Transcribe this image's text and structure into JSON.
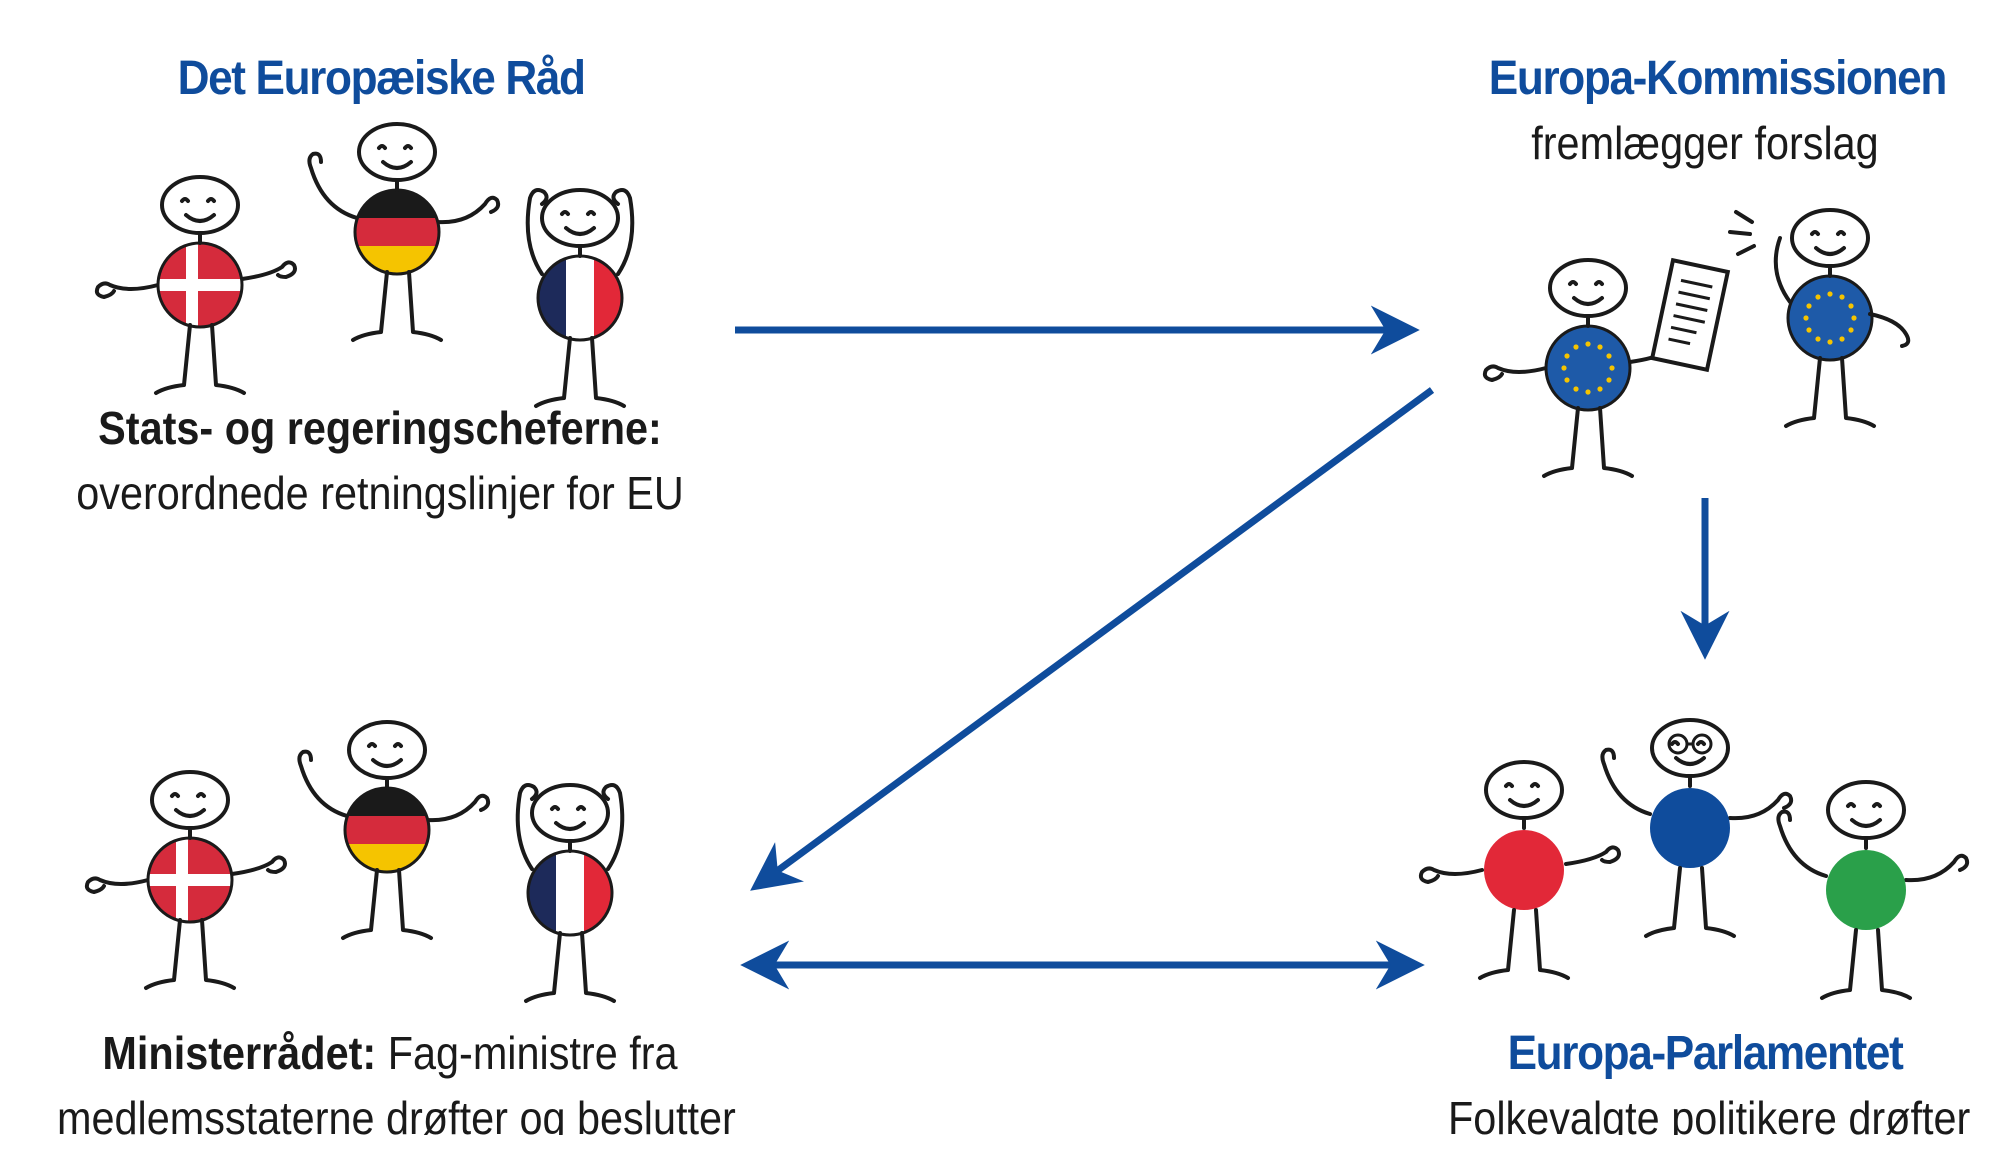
{
  "colors": {
    "accent_blue": "#0f4c9c",
    "flag_red": "#d52b3c",
    "flag_black": "#1a1a1a",
    "flag_gold": "#f5c400",
    "flag_navy": "#1d2a5a",
    "eu_blue": "#1e5aa8",
    "eu_star": "#f5c400",
    "party_red": "#e22838",
    "party_blue": "#0f4c9c",
    "party_green": "#2aa04a"
  },
  "council": {
    "title": "Det Europæiske Råd",
    "subtitle_bold": "Stats- og regeringscheferne:",
    "subtitle": "overordnede retningslinjer for EU",
    "figures": [
      "denmark-flag-figure",
      "germany-flag-figure",
      "france-flag-figure"
    ]
  },
  "commission": {
    "title": "Europa-Kommissionen",
    "subtitle": "fremlægger forslag",
    "figures": [
      "eu-flag-figure-holding-document",
      "eu-flag-figure-thinking"
    ]
  },
  "ministers": {
    "label_bold": "Ministerrådet:",
    "label_rest": " Fag-ministre fra",
    "line2": "medlemsstaterne drøfter og beslutter",
    "figures": [
      "denmark-flag-figure",
      "germany-flag-figure",
      "france-flag-figure"
    ]
  },
  "parliament": {
    "title": "Europa-Parlamentet",
    "subtitle": "Folkevalgte politikere drøfter",
    "figures": [
      "red-party-figure",
      "blue-party-figure",
      "green-party-figure"
    ]
  },
  "arrows": [
    {
      "from": "council",
      "to": "commission",
      "direction": "one-way"
    },
    {
      "from": "commission",
      "to": "ministers",
      "direction": "one-way"
    },
    {
      "from": "commission",
      "to": "parliament",
      "direction": "one-way"
    },
    {
      "from": "ministers",
      "to": "parliament",
      "direction": "two-way"
    }
  ]
}
